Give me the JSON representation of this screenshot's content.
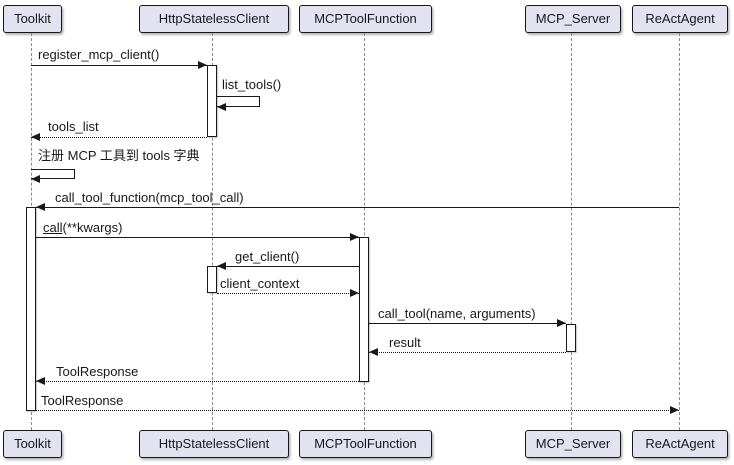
{
  "diagram": {
    "kind": "uml-sequence-diagram",
    "participants": [
      {
        "label": "Toolkit"
      },
      {
        "label": "HttpStatelessClient"
      },
      {
        "label": "MCPToolFunction"
      },
      {
        "label": "MCP_Server"
      },
      {
        "label": "ReActAgent"
      }
    ],
    "messages": [
      {
        "from": "Toolkit",
        "to": "HttpStatelessClient",
        "style": "solid",
        "label": "register_mcp_client()"
      },
      {
        "from": "HttpStatelessClient",
        "to": "HttpStatelessClient",
        "style": "self",
        "label": "list_tools()"
      },
      {
        "from": "HttpStatelessClient",
        "to": "Toolkit",
        "style": "dotted",
        "label": "tools_list"
      },
      {
        "from": "Toolkit",
        "to": "Toolkit",
        "style": "self",
        "label": "注册 MCP 工具到 tools 字典"
      },
      {
        "from": "ReActAgent",
        "to": "Toolkit",
        "style": "solid",
        "label": "call_tool_function(mcp_tool_call)"
      },
      {
        "from": "Toolkit",
        "to": "MCPToolFunction",
        "style": "solid",
        "label": "call(**kwargs)",
        "underlined_part": "call",
        "rest_part": "(**kwargs)"
      },
      {
        "from": "MCPToolFunction",
        "to": "HttpStatelessClient",
        "style": "solid",
        "label": "get_client()"
      },
      {
        "from": "HttpStatelessClient",
        "to": "MCPToolFunction",
        "style": "dotted",
        "label": "client_context"
      },
      {
        "from": "MCPToolFunction",
        "to": "MCP_Server",
        "style": "solid",
        "label": "call_tool(name, arguments)"
      },
      {
        "from": "MCP_Server",
        "to": "MCPToolFunction",
        "style": "dotted",
        "label": "result"
      },
      {
        "from": "MCPToolFunction",
        "to": "Toolkit",
        "style": "dotted",
        "label": "ToolResponse"
      },
      {
        "from": "Toolkit",
        "to": "ReActAgent",
        "style": "dotted",
        "label": "ToolResponse"
      }
    ],
    "colors": {
      "background": "#FFFFFF",
      "participant_fill": "#E2E2F0",
      "participant_border": "#181818",
      "lifeline": "#8A8A8A",
      "message_line": "#181818",
      "text": "#181818",
      "activation_fill": "#FFFFFF"
    }
  }
}
